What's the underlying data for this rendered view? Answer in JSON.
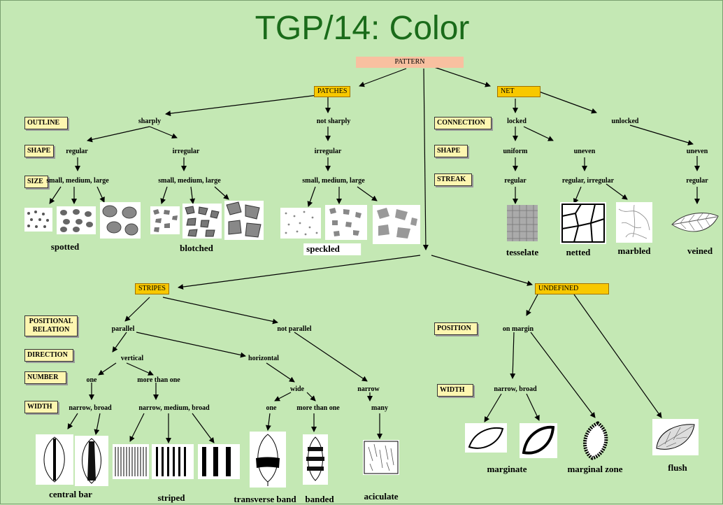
{
  "title": "TGP/14: Color",
  "root": "PATTERN",
  "categories": {
    "patches": "PATCHES",
    "net": "NET",
    "stripes": "STRIPES",
    "undefined": "UNDEFINED"
  },
  "attributes": {
    "outline": "OUTLINE",
    "shape": "SHAPE",
    "size": "SIZE",
    "connection": "CONNECTION",
    "shape_net": "SHAPE",
    "streak": "STREAK",
    "positional_relation": "POSITIONAL RELATION",
    "direction": "DIRECTION",
    "number": "NUMBER",
    "width": "WIDTH",
    "position": "POSITION",
    "width_undef": "WIDTH"
  },
  "nodes": {
    "sharply": "sharply",
    "not_sharply": "not sharply",
    "regular": "regular",
    "irregular": "irregular",
    "irregular2": "irregular",
    "size1": "small, medium, large",
    "size2": "small, medium, large",
    "size3": "small, medium, large",
    "locked": "locked",
    "unlocked": "unlocked",
    "uniform": "uniform",
    "uneven": "uneven",
    "uneven2": "uneven",
    "regular_n": "regular",
    "reg_irreg": "regular, irregular",
    "regular_n2": "regular",
    "parallel": "parallel",
    "not_parallel": "not parallel",
    "vertical": "vertical",
    "horizontal": "horizontal",
    "one": "one",
    "more_than_one": "more than one",
    "narrow_broad": "narrow, broad",
    "nmb": "narrow, medium, broad",
    "wide": "wide",
    "narrow": "narrow",
    "one_h": "one",
    "more_h": "more than one",
    "many": "many",
    "on_margin": "on margin",
    "narrow_broad2": "narrow, broad"
  },
  "captions": {
    "spotted": "spotted",
    "blotched": "blotched",
    "speckled": "speckled",
    "tesselate": "tesselate",
    "netted": "netted",
    "marbled": "marbled",
    "veined": "veined",
    "central_bar": "central bar",
    "striped": "striped",
    "transverse_band": "transverse band",
    "banded": "banded",
    "aciculate": "aciculate",
    "marginate": "marginate",
    "marginal_zone": "marginal zone",
    "flush": "flush"
  },
  "colors": {
    "background": "#c4e8b4",
    "title": "#1a6b1a",
    "root_box": "#f8c0a0",
    "category_box": "#f8c800",
    "attr_box": "#fdf6b0"
  }
}
